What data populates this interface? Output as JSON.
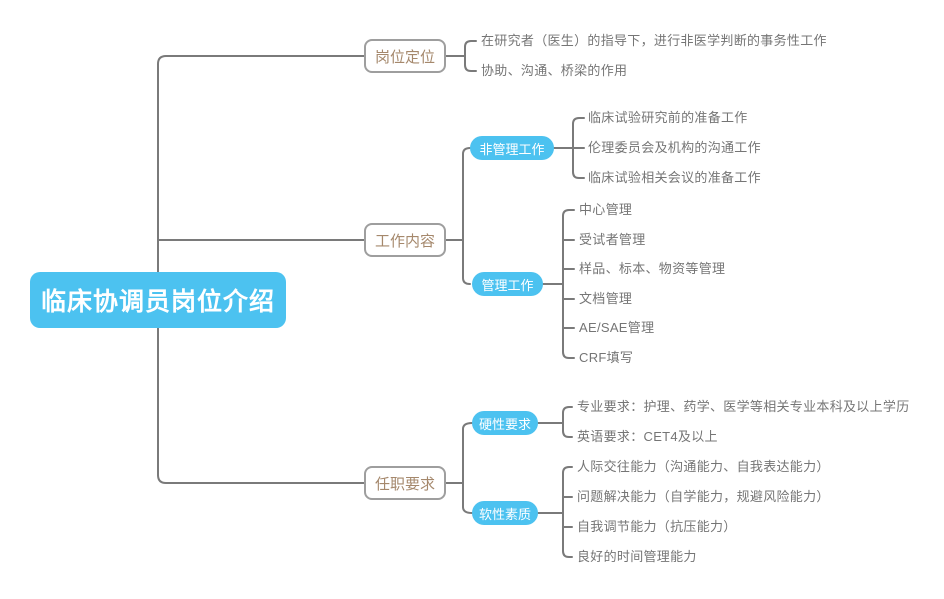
{
  "root": {
    "label": "临床协调员岗位介绍"
  },
  "branches": [
    {
      "label": "岗位定位",
      "children": [
        "在研究者（医生）的指导下，进行非医学判断的事务性工作",
        "协助、沟通、桥梁的作用"
      ]
    },
    {
      "label": "工作内容",
      "children": [
        {
          "label": "非管理工作",
          "children": [
            "临床试验研究前的准备工作",
            "伦理委员会及机构的沟通工作",
            "临床试验相关会议的准备工作"
          ]
        },
        {
          "label": "管理工作",
          "children": [
            "中心管理",
            "受试者管理",
            "样品、标本、物资等管理",
            "文档管理",
            "AE/SAE管理",
            "CRF填写"
          ]
        }
      ]
    },
    {
      "label": "任职要求",
      "children": [
        {
          "label": "硬性要求",
          "children": [
            "专业要求：护理、药学、医学等相关专业本科及以上学历",
            "英语要求：CET4及以上"
          ]
        },
        {
          "label": "软性素质",
          "children": [
            "人际交往能力（沟通能力、自我表达能力）",
            "问题解决能力（自学能力，规避风险能力）",
            "自我调节能力（抗压能力）",
            "良好的时间管理能力"
          ]
        }
      ]
    }
  ],
  "colors": {
    "accent": "#4cc2f0",
    "line": "#7a7a7a",
    "branch_border": "#9e9e9e",
    "branch_text": "#a5886c",
    "leaf_text": "#757575"
  }
}
